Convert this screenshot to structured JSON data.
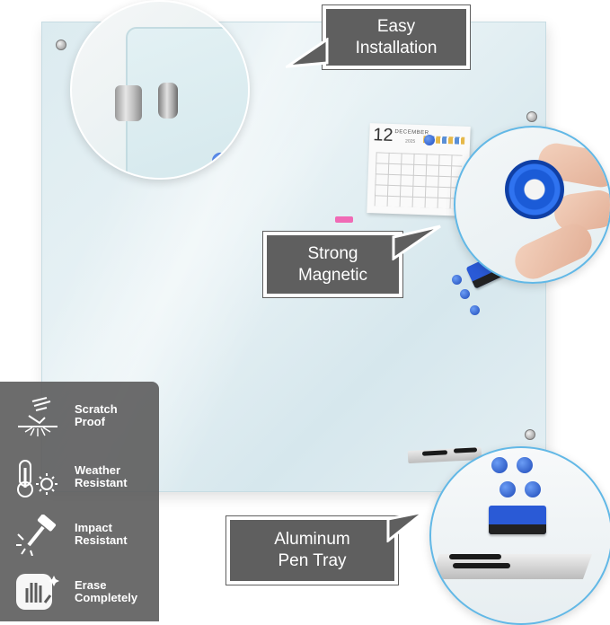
{
  "callouts": {
    "easy_installation": "Easy\nInstallation",
    "strong_magnetic": "Strong\nMagnetic",
    "aluminum_pen_tray": "Aluminum\nPen Tray"
  },
  "calendar": {
    "day": "12",
    "month": "DECEMBER",
    "year": "2025"
  },
  "features": [
    {
      "label": "Scratch\nProof",
      "icon": "scratch-icon"
    },
    {
      "label": "Weather\nResistant",
      "icon": "thermometer-sun-icon"
    },
    {
      "label": "Impact\nResistant",
      "icon": "hammer-icon"
    },
    {
      "label": "Erase\nCompletely",
      "icon": "wiping-hand-icon"
    }
  ],
  "colors": {
    "callout_bg": "#5f5f5f",
    "panel_bg": "#5c5c5c",
    "zoom_ring": "#62b8e6",
    "magnet_blue": "#1d49b8"
  }
}
